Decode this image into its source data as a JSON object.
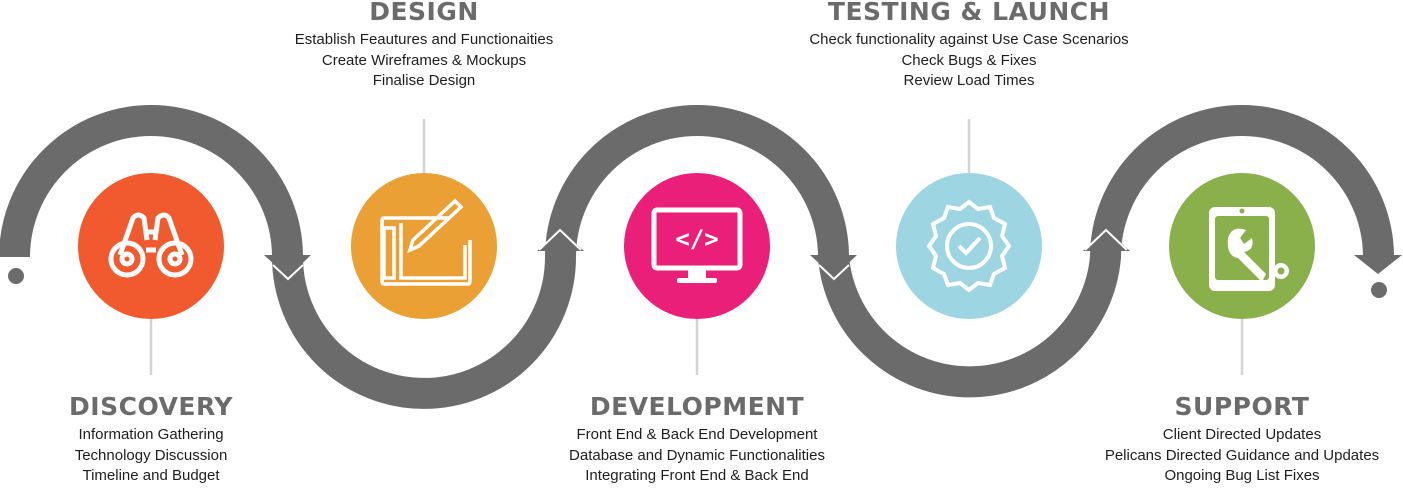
{
  "colors": {
    "arc": "#6b6b6b",
    "connector": "#d4d4d4",
    "title": "#6b6b6b"
  },
  "stages": [
    {
      "title": "DISCOVERY",
      "color": "#f05a2e",
      "icon": "binoculars-icon",
      "lines": [
        "Information Gathering",
        "Technology Discussion",
        "Timeline and Budget"
      ]
    },
    {
      "title": "DESIGN",
      "color": "#eba035",
      "icon": "drawing-tablet-pen-icon",
      "lines": [
        "Establish Feautures and Functionaities",
        "Create Wireframes & Mockups",
        "Finalise Design"
      ]
    },
    {
      "title": "DEVELOPMENT",
      "color": "#ea1f7a",
      "icon": "code-monitor-icon",
      "lines": [
        "Front End & Back End Development",
        "Database and Dynamic Functionalities",
        "Integrating Front End & Back End"
      ]
    },
    {
      "title": "TESTING & LAUNCH",
      "color": "#9dd6e2",
      "icon": "approval-badge-check-icon",
      "lines": [
        "Check functionality against Use Case Scenarios",
        "Check Bugs & Fixes",
        "Review Load Times"
      ]
    },
    {
      "title": "SUPPORT",
      "color": "#89b04b",
      "icon": "tablet-wrench-icon",
      "lines": [
        "Client Directed Updates",
        "Pelicans Directed Guidance and Updates",
        "Ongoing Bug List Fixes"
      ]
    }
  ]
}
